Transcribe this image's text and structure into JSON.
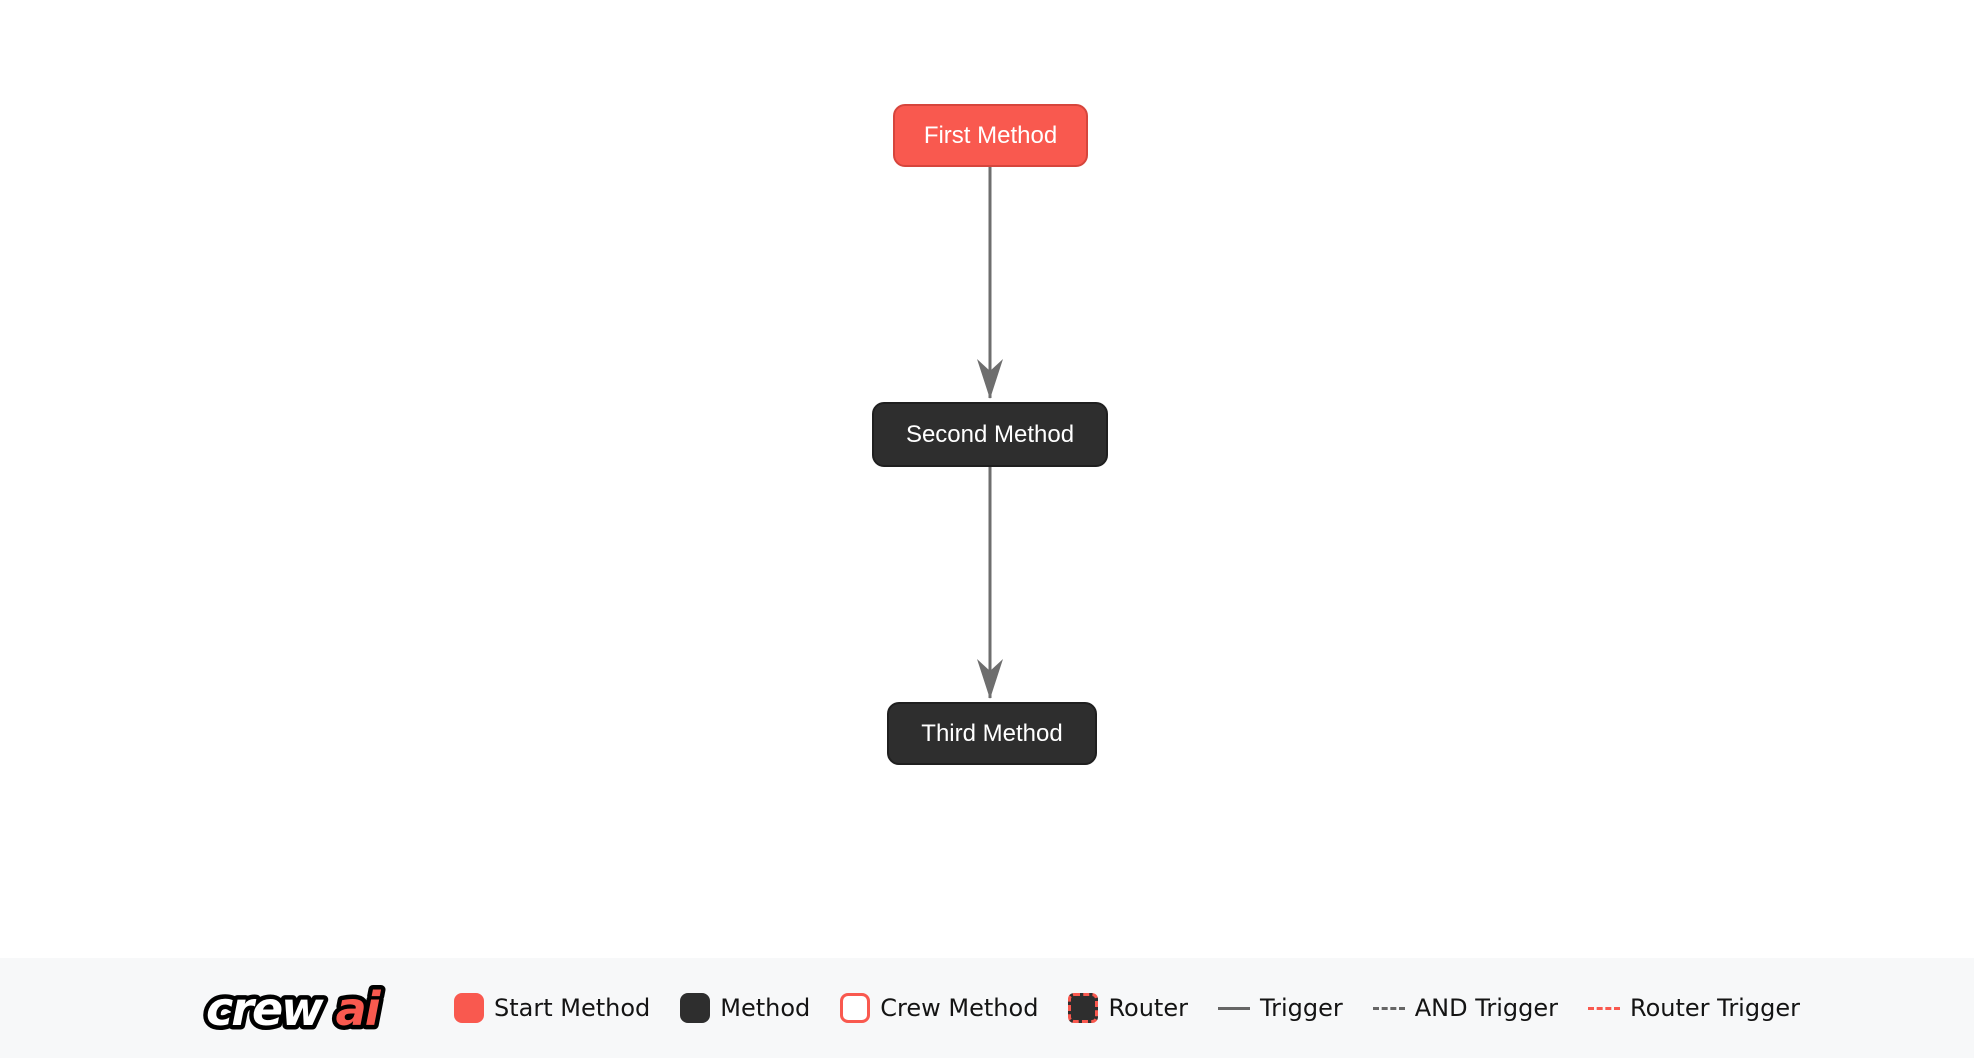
{
  "diagram": {
    "nodes": [
      {
        "id": "first",
        "label": "First Method",
        "type": "start-method"
      },
      {
        "id": "second",
        "label": "Second Method",
        "type": "method"
      },
      {
        "id": "third",
        "label": "Third Method",
        "type": "method"
      }
    ],
    "edges": [
      {
        "from": "first",
        "to": "second",
        "type": "trigger"
      },
      {
        "from": "second",
        "to": "third",
        "type": "trigger"
      }
    ]
  },
  "legend": {
    "logo": {
      "crew": "crew",
      "ai": "ai"
    },
    "items": [
      {
        "label": "Start Method",
        "swatch": "start-method-swatch"
      },
      {
        "label": "Method",
        "swatch": "method-swatch"
      },
      {
        "label": "Crew Method",
        "swatch": "crew-method-swatch"
      },
      {
        "label": "Router",
        "swatch": "router-swatch"
      },
      {
        "label": "Trigger",
        "swatch": "trigger-line-swatch"
      },
      {
        "label": "AND Trigger",
        "swatch": "and-trigger-line-swatch"
      },
      {
        "label": "Router Trigger",
        "swatch": "router-trigger-line-swatch"
      }
    ]
  },
  "colors": {
    "red": "#f9594f",
    "red_border": "#d6453c",
    "dark": "#2e2e2e",
    "dark_border": "#1f1f1f",
    "edge": "#6e6e6e",
    "legend_bg": "#f7f8f9",
    "legend_text": "#141414",
    "node_text": "#ffffff",
    "line_gray": "#666666"
  }
}
